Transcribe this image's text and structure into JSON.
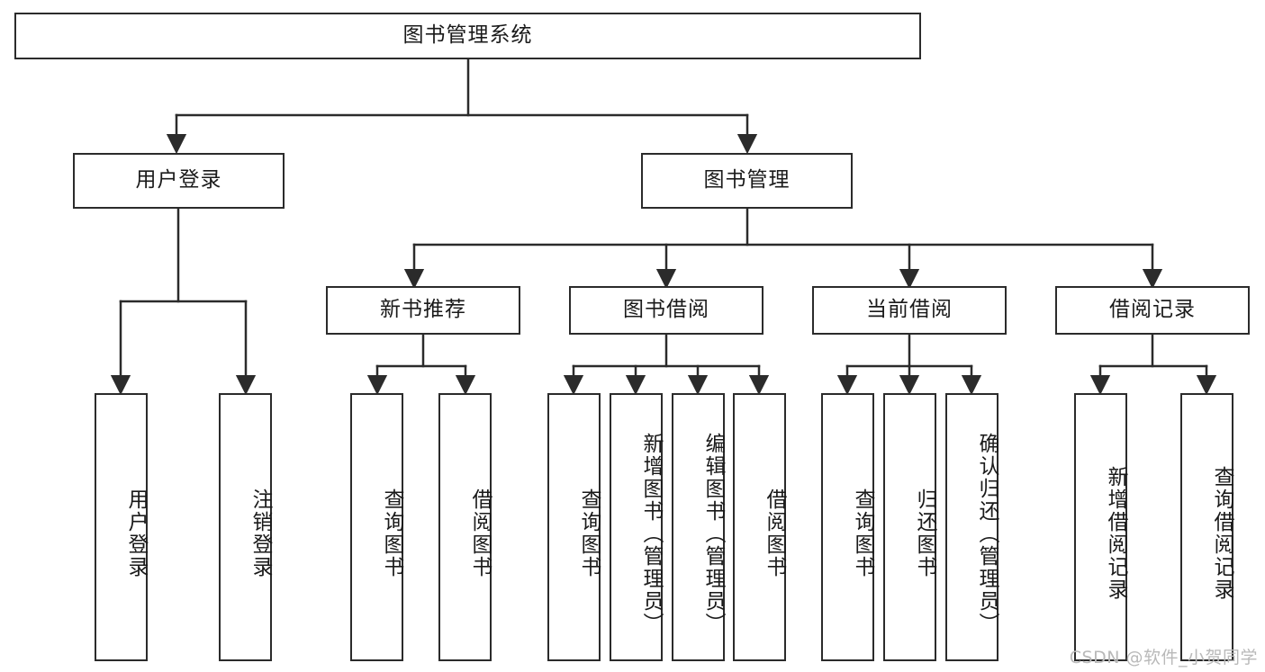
{
  "diagram": {
    "title": "图书管理系统",
    "type": "tree-hierarchy",
    "colors": {
      "box_border": "#2b2b2b",
      "box_fill": "#ffffff",
      "connector": "#2b2b2b",
      "text": "#1a1a1a",
      "watermark": "#b9b9b9"
    },
    "root": {
      "label": "图书管理系统"
    },
    "level2": [
      {
        "label": "用户登录"
      },
      {
        "label": "图书管理"
      }
    ],
    "level3": [
      {
        "label": "新书推荐"
      },
      {
        "label": "图书借阅"
      },
      {
        "label": "当前借阅"
      },
      {
        "label": "借阅记录"
      }
    ],
    "leaves": {
      "user_login": [
        {
          "label": "用户登录"
        },
        {
          "label": "注销登录"
        }
      ],
      "new_book": [
        {
          "label": "查询图书"
        },
        {
          "label": "借阅图书"
        }
      ],
      "book_borrow": [
        {
          "label": "查询图书"
        },
        {
          "label": "新增图书（管理员）"
        },
        {
          "label": "编辑图书（管理员）"
        },
        {
          "label": "借阅图书"
        }
      ],
      "current_borrow": [
        {
          "label": "查询图书"
        },
        {
          "label": "归还图书"
        },
        {
          "label": "确认归还（管理员）"
        }
      ],
      "borrow_record": [
        {
          "label": "新增借阅记录"
        },
        {
          "label": "查询借阅记录"
        }
      ]
    }
  },
  "watermark": {
    "text": "CSDN @软件_小贺同学"
  }
}
